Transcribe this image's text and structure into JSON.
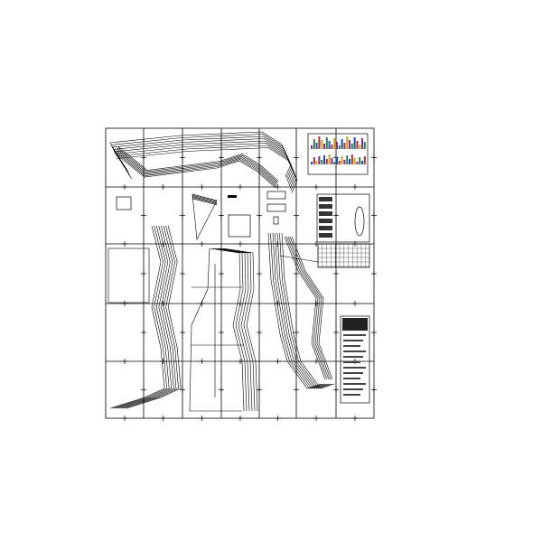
{
  "document": {
    "type": "sewing-pattern-print-layout",
    "page_columns": 7,
    "page_rows": 5,
    "ink_color": "#000000",
    "paper_color": "#ffffff",
    "accent_colors": [
      "#7a2e8c",
      "#2e7d4f",
      "#1f4f9c",
      "#b03030",
      "#c9a227"
    ]
  }
}
